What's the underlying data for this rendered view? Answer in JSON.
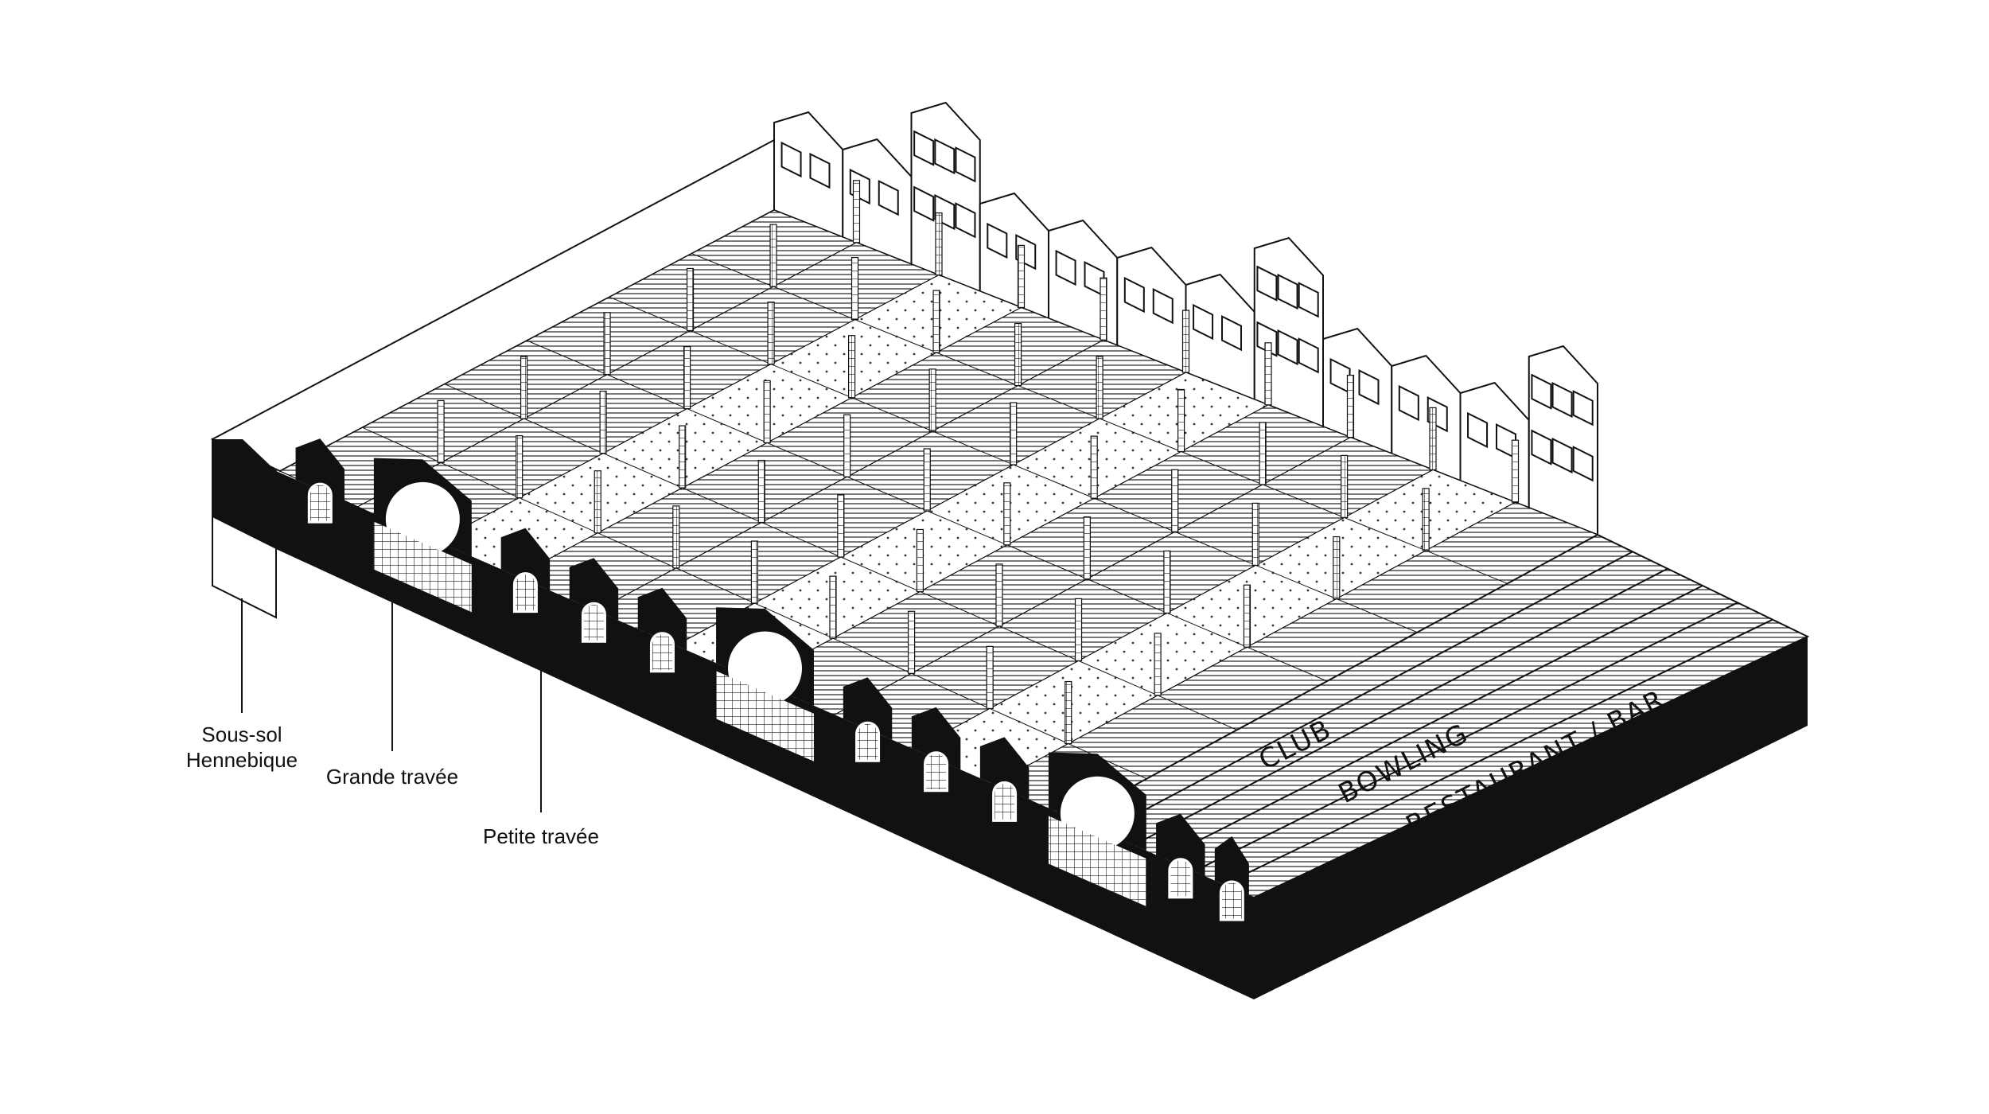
{
  "labels": {
    "sous_sol_line1": "Sous-sol",
    "sous_sol_line2": "Hennebique",
    "grande_travee": "Grande travée",
    "petite_travee": "Petite travée"
  },
  "roof_labels": {
    "club": "CLUB",
    "bowling": "BOWLING",
    "restaurant_bar": "RESTAURANT  /  BAR"
  },
  "colors": {
    "ink": "#111111",
    "paper": "#ffffff"
  }
}
